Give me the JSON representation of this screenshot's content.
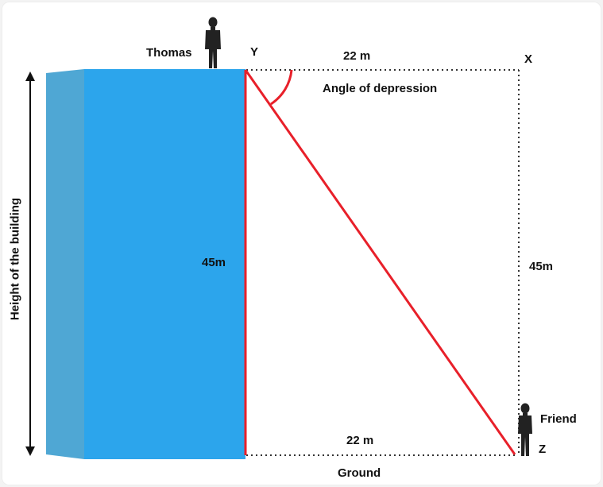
{
  "labels": {
    "thomas": "Thomas",
    "y": "Y",
    "x": "X",
    "z": "Z",
    "top_distance": "22 m",
    "bottom_distance": "22 m",
    "angle": "Angle of depression",
    "left_height": "45m",
    "right_height": "45m",
    "friend": "Friend",
    "ground": "Ground",
    "building_height": "Height of the building"
  },
  "colors": {
    "building_front": "#2ca5ec",
    "building_side": "#4fa7d4",
    "red": "#e8202a",
    "dots": "#333333"
  }
}
